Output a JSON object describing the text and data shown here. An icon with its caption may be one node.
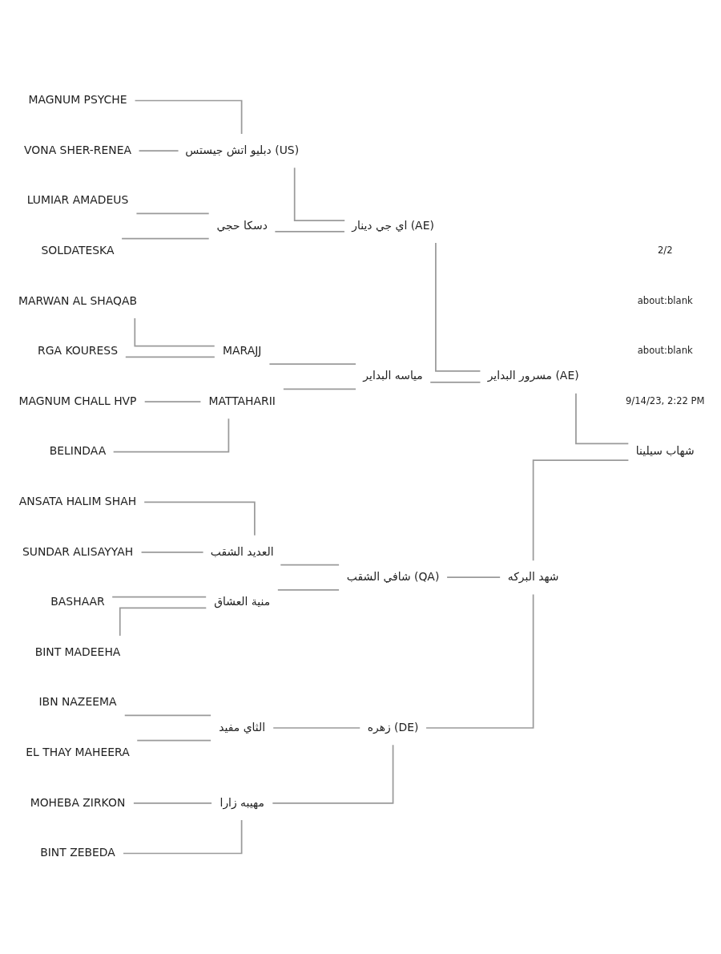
{
  "diagram": {
    "nodes": [
      {
        "text": [
          "شهاب سيلينا"
        ]
      },
      {
        "text": [
          "مسرور البداير (AE)"
        ]
      },
      {
        "text": [
          "اي جي دينار (AE)"
        ]
      },
      {
        "text": [
          "دبليو اتش جيستس (US)"
        ]
      },
      {
        "text": [
          "MAGNUM PSYCHE"
        ]
      },
      {
        "text": [
          "VONA SHER-RENEA"
        ]
      },
      {
        "text": [
          "دسكا حجي"
        ]
      },
      {
        "text": [
          "LUMIAR AMADEUS"
        ]
      },
      {
        "text": [
          "SOLDATESKA"
        ]
      },
      {
        "text": [
          "مياسه البداير"
        ]
      },
      {
        "text": [
          "MARAJJ"
        ]
      },
      {
        "text": [
          "MARWAN AL SHAQAB"
        ]
      },
      {
        "text": [
          "RGA KOURESS"
        ]
      },
      {
        "text": [
          "MATTAHARII"
        ]
      },
      {
        "text": [
          "MAGNUM CHALL HVP"
        ]
      },
      {
        "text": [
          "BELINDAA"
        ]
      },
      {
        "text": [
          "شهد البركه"
        ]
      },
      {
        "text": [
          "شافي الشقب (QA)"
        ]
      },
      {
        "text": [
          "العديد الشقب"
        ]
      },
      {
        "text": [
          "ANSATA HALIM SHAH"
        ]
      },
      {
        "text": [
          "SUNDAR ALISAYYAH"
        ]
      },
      {
        "text": [
          "منية العشاق"
        ]
      },
      {
        "text": [
          "BASHAAR"
        ]
      },
      {
        "text": [
          "BINT MADEEHA"
        ]
      },
      {
        "text": [
          "زهره (DE)"
        ]
      },
      {
        "text": [
          "الثاي مفيد"
        ]
      },
      {
        "text": [
          "IBN NAZEEMA"
        ]
      },
      {
        "text": [
          "EL THAY MAHEERA"
        ]
      },
      {
        "text": [
          "مهيبه زارا"
        ]
      },
      {
        "text": [
          "MOHEBA ZIRKON"
        ]
      },
      {
        "text": [
          "BINT ZEBEDA"
        ]
      }
    ],
    "edges": [
      {
        "from": 0,
        "to": 1,
        "arrow": "none"
      },
      {
        "from": 1,
        "to": 2,
        "arrow": "none"
      },
      {
        "from": 2,
        "to": 3,
        "arrow": "none"
      },
      {
        "from": 3,
        "to": 4,
        "arrow": "none"
      },
      {
        "from": 3,
        "to": 5,
        "arrow": "none"
      },
      {
        "from": 2,
        "to": 6,
        "arrow": "none"
      },
      {
        "from": 6,
        "to": 7,
        "arrow": "none"
      },
      {
        "from": 6,
        "to": 8,
        "arrow": "none"
      },
      {
        "from": 1,
        "to": 9,
        "arrow": "none"
      },
      {
        "from": 9,
        "to": 10,
        "arrow": "none"
      },
      {
        "from": 10,
        "to": 11,
        "arrow": "none"
      },
      {
        "from": 10,
        "to": 12,
        "arrow": "none"
      },
      {
        "from": 9,
        "to": 13,
        "arrow": "none"
      },
      {
        "from": 13,
        "to": 14,
        "arrow": "none"
      },
      {
        "from": 13,
        "to": 15,
        "arrow": "none"
      },
      {
        "from": 0,
        "to": 16,
        "arrow": "none"
      },
      {
        "from": 16,
        "to": 17,
        "arrow": "none"
      },
      {
        "from": 17,
        "to": 18,
        "arrow": "none"
      },
      {
        "from": 18,
        "to": 19,
        "arrow": "none"
      },
      {
        "from": 18,
        "to": 20,
        "arrow": "none"
      },
      {
        "from": 17,
        "to": 21,
        "arrow": "none"
      },
      {
        "from": 21,
        "to": 22,
        "arrow": "none"
      },
      {
        "from": 21,
        "to": 23,
        "arrow": "none"
      },
      {
        "from": 16,
        "to": 24,
        "arrow": "none"
      },
      {
        "from": 24,
        "to": 25,
        "arrow": "none"
      },
      {
        "from": 25,
        "to": 26,
        "arrow": "none"
      },
      {
        "from": 25,
        "to": 27,
        "arrow": "none"
      },
      {
        "from": 24,
        "to": 28,
        "arrow": "none"
      },
      {
        "from": 28,
        "to": 29,
        "arrow": "none"
      },
      {
        "from": 28,
        "to": 30,
        "arrow": "none"
      }
    ],
    "labels": [
      "9/14/23, 2:22 PM",
      "about:blank",
      "about:blank",
      "2/2"
    ]
  }
}
